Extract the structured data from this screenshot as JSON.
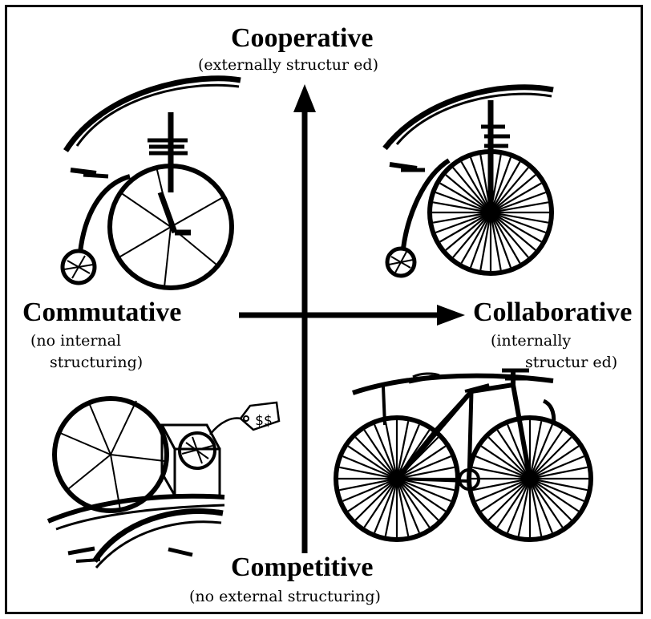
{
  "diagram": {
    "top": {
      "title": "Cooperative",
      "subtitle": "(externally  structur ed)"
    },
    "left": {
      "title": "Commutative",
      "subtitle_line1": "(no internal",
      "subtitle_line2": "structuring)"
    },
    "right": {
      "title": "Collaborative",
      "subtitle_line1": "(internally",
      "subtitle_line2": "structur ed)"
    },
    "bottom": {
      "title": "Competitive",
      "subtitle": "(no external structuring)"
    },
    "price_tag": "$$"
  },
  "colors": {
    "ink": "#000000",
    "background": "#ffffff"
  },
  "icons": [
    "penny-farthing-simple-icon",
    "penny-farthing-spoked-icon",
    "broken-bicycle-icon",
    "safety-bicycle-icon"
  ]
}
